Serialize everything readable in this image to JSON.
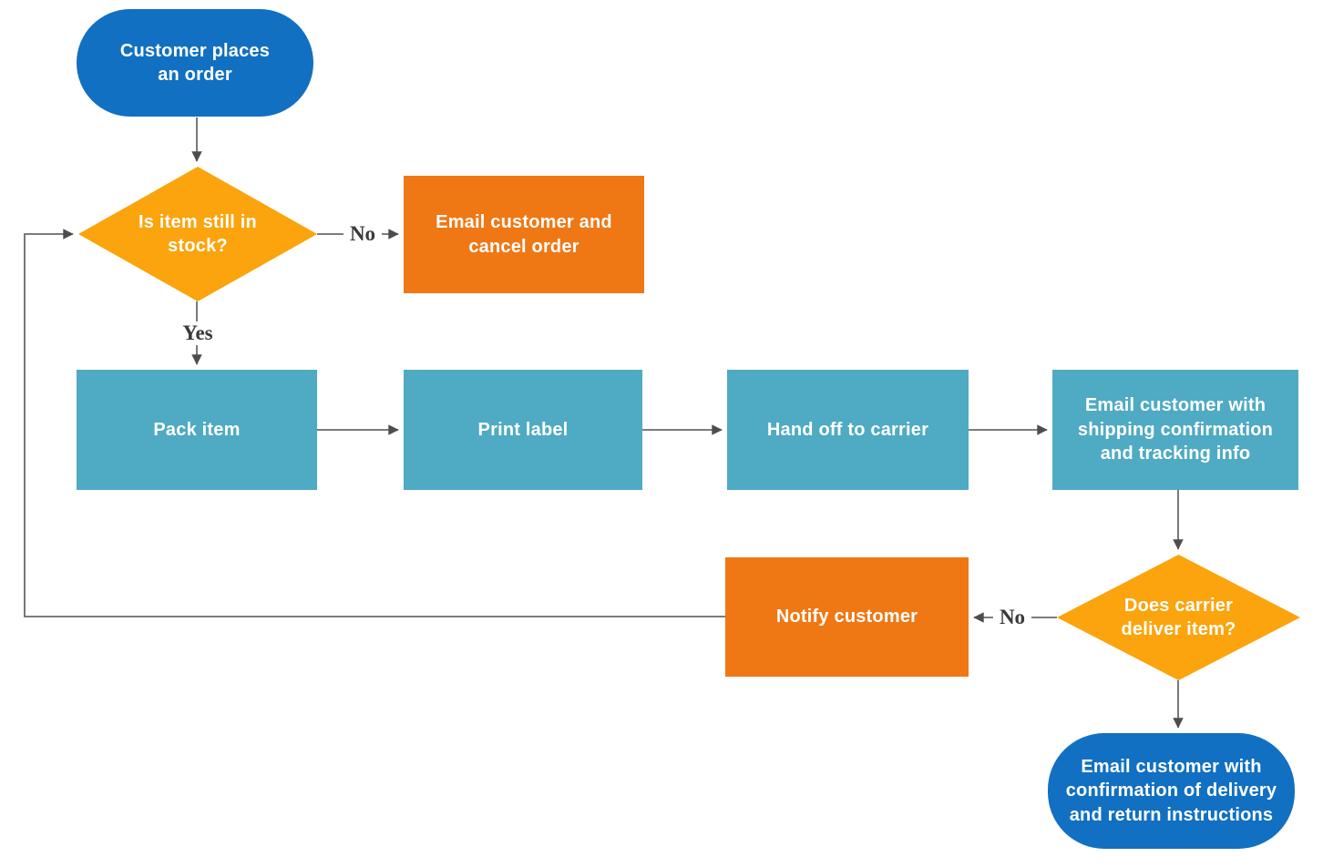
{
  "flowchart": {
    "colors": {
      "terminator": "#1170C1",
      "decision": "#FBA40D",
      "process": "#4FAAC3",
      "alert": "#EF7815",
      "connector_line": "#6A6A6A",
      "arrowhead": "#4D4D4D",
      "edge_label_text": "#3A3A3A",
      "node_text": "#FFFFFF",
      "background": "#FFFFFF"
    },
    "nodes": {
      "start": {
        "type": "terminator",
        "label": "Customer places an order"
      },
      "stock_decision": {
        "type": "decision",
        "label": "Is item still in stock?"
      },
      "cancel": {
        "type": "alert",
        "label": "Email customer and cancel order"
      },
      "pack": {
        "type": "process",
        "label": "Pack item"
      },
      "print": {
        "type": "process",
        "label": "Print label"
      },
      "handoff": {
        "type": "process",
        "label": "Hand off to carrier"
      },
      "ship_email": {
        "type": "process",
        "label": "Email customer with shipping confirmation and tracking info"
      },
      "deliver_decision": {
        "type": "decision",
        "label": "Does carrier deliver item?"
      },
      "notify": {
        "type": "alert",
        "label": "Notify customer"
      },
      "end": {
        "type": "terminator",
        "label": "Email customer with confirmation of delivery and return instructions"
      }
    },
    "edges": {
      "stock_no": {
        "label": "No"
      },
      "stock_yes": {
        "label": "Yes"
      },
      "deliver_no": {
        "label": "No"
      }
    }
  }
}
